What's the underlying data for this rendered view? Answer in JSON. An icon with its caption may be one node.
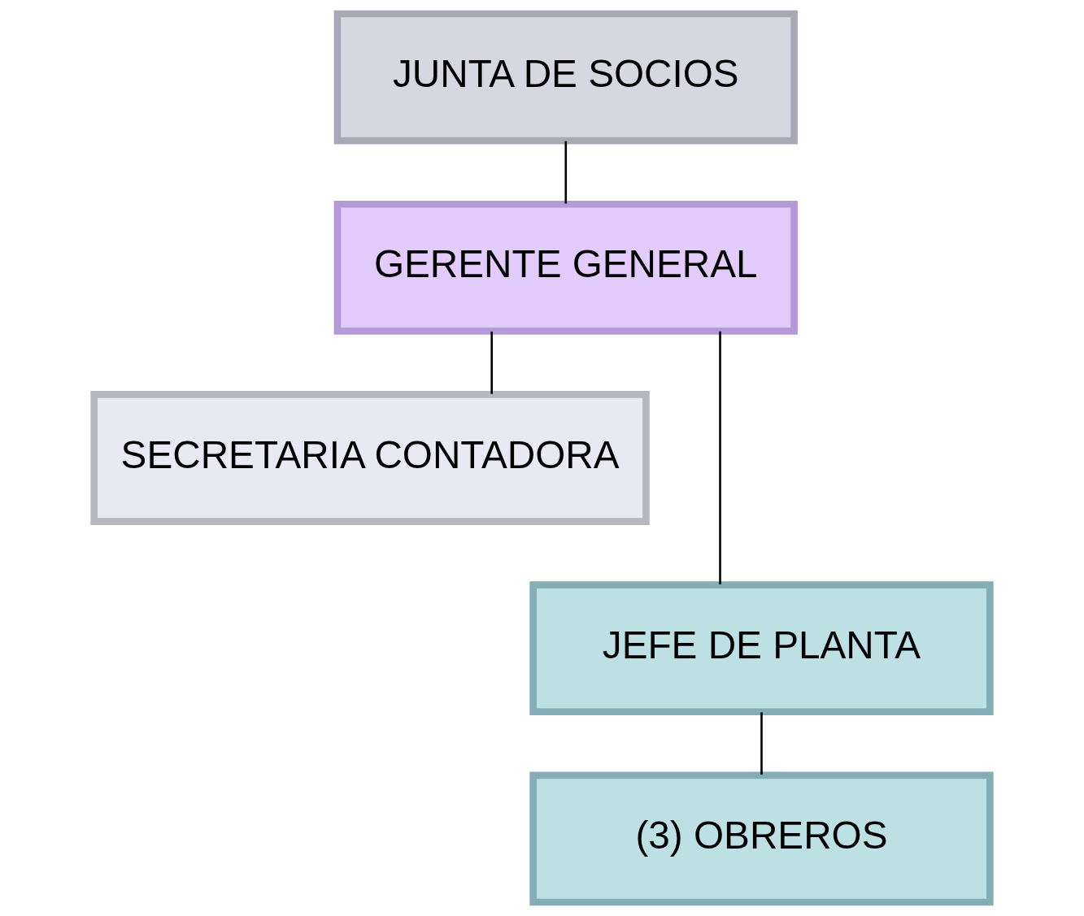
{
  "diagram": {
    "nodes": [
      {
        "text": [
          "JUNTA DE SOCIOS"
        ]
      },
      {
        "text": [
          "GERENTE GENERAL"
        ]
      },
      {
        "text": [
          "SECRETARIA CONTADORA"
        ]
      },
      {
        "text": [
          "JEFE DE PLANTA"
        ]
      },
      {
        "text": [
          "(3) OBREROS"
        ]
      }
    ],
    "edges": [
      {
        "from": 0,
        "to": 1,
        "arrow": "none"
      },
      {
        "from": 1,
        "to": 2,
        "arrow": "none"
      },
      {
        "from": 1,
        "to": 3,
        "arrow": "none"
      },
      {
        "from": 3,
        "to": 4,
        "arrow": "none"
      }
    ]
  }
}
